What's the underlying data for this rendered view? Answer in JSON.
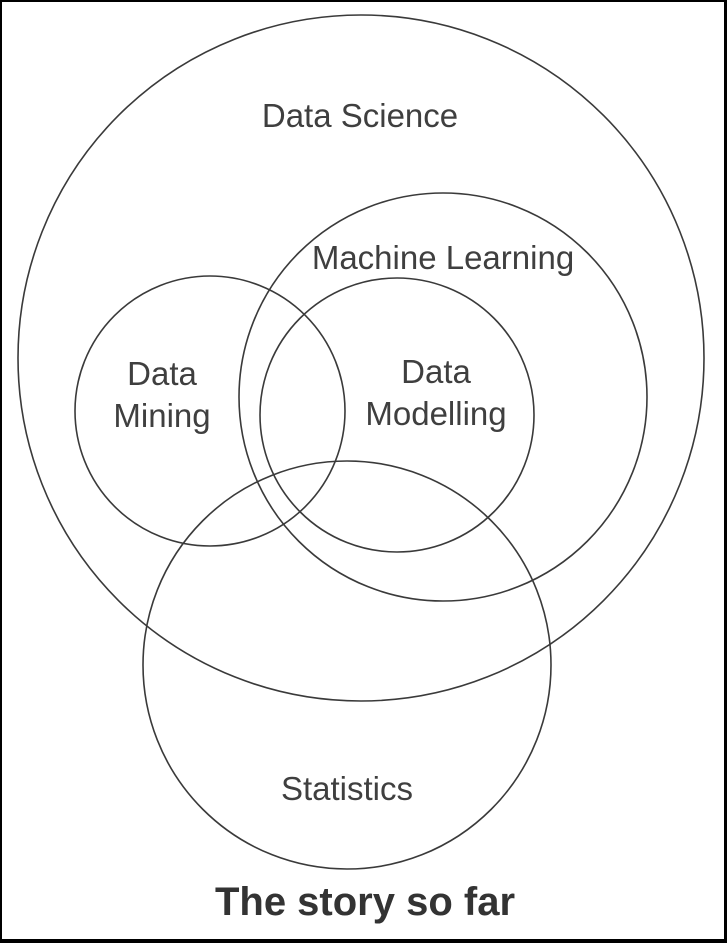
{
  "venn": {
    "background": "#ffffff",
    "border_color": "#000000",
    "circle_stroke": "#3a3a3a",
    "label_color": "#3f3f3f",
    "caption_color": "#333333",
    "sets": {
      "data_science": {
        "label": "Data Science"
      },
      "machine_learning": {
        "label": "Machine Learning"
      },
      "data_mining": {
        "line1": "Data",
        "line2": "Mining"
      },
      "data_modelling": {
        "line1": "Data",
        "line2": "Modelling"
      },
      "statistics": {
        "label": "Statistics"
      }
    },
    "caption": "The story so far"
  }
}
